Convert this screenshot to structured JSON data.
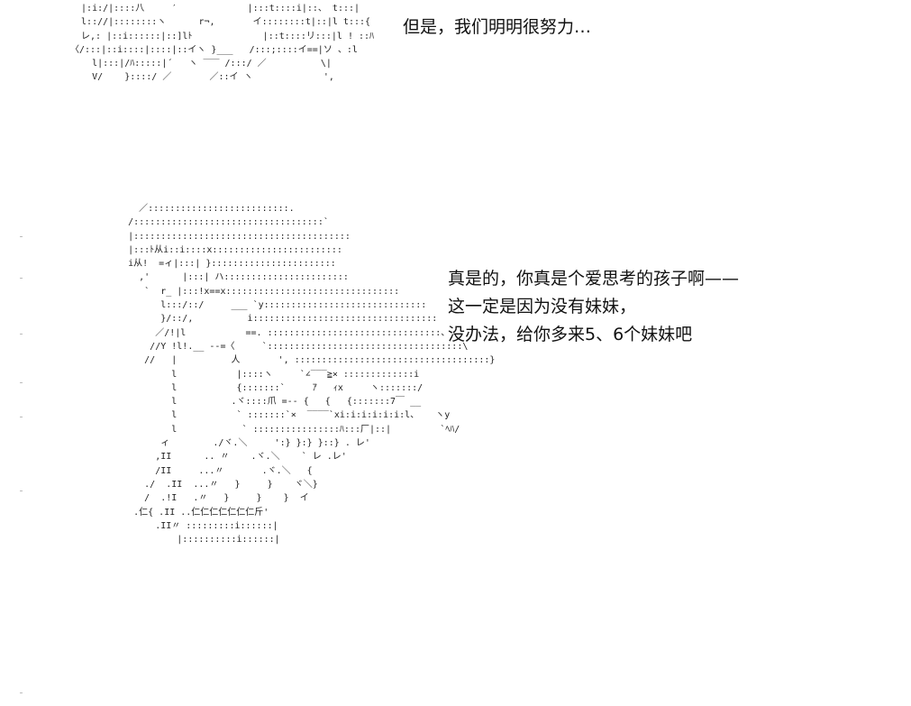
{
  "caption_top": "但是，我们明明很努力…",
  "dialogue": [
    "真是的，你真是个爱思考的孩子啊——",
    "这一定是因为没有妹妹，",
    "没办法，给你多来5、6个妹妹吧"
  ],
  "ascii_art_top": "  |:i:/|::::八     ′             |:::t::::i|::、 t:::|\n  l:://|::::::::ヽ      r¬,       イ::::::::t|::|l t:::{\n  レ,: |::i::::::|::]lﾄ             |::t::::リ:::|l ! ::ﾊ\n〈/:::|::i::::|::::|::イヽ }___   /:::;::::イ==|ソ 、:l\n    l|:::|/ﾊ:::::|´   ヽ ‾‾‾ /:::/ ／          \\|\n    V/    }::::/ ／       ／::イ ヽ             ',",
  "ascii_art_bottom": "       ／::::::::::::::::::::::::::.\n     /:::::::::::::::::::::::::::::::::::`\n     |::::::::::::::::::::::::::::::::::::::::\n     |:::ﾄ从i::i::::x::::::::::::::::::::::::\n     i从!  =ィ|:::| }:::::::::::::::::::::::\n       ,'      |:::| ハ:::::::::::::::::::::::\n        `  r_ |:::!x==x::::::::::::::::::::::::::::::::\n           l:::/::/     ___ `y::::::::::::::::::::::::::::::\n           }/::/,          i::::::::::::::::::::::::::::::::::\n          ／/!|l           ==. ::::::::::::::::::::::::::::::::、.\n         //Y !l!.__ --=〈     `::::::::::::::::::::::::::::::::::::\\\n        //   |          人       ', ::::::::::::::::::::::::::::::::::::}\n             l           |::::ヽ     `∠‾‾‾≧× :::::::::::::i\n             l           {:::::::`     ｱ   ｨx     ヽ:::::::/\n             l          .ヾ::::爪 =-- {   {   {:::::::7￣ __\n             l           ` :::::::`×  ‾‾‾‾`xi:i:i:i:i:i:l、   ヽy\n             l            ` ::::::::::::::::ﾊ:::厂|::|         `ﾍﾊ/\n           ィ        ./ヾ.＼     ':} }:} }::} . レ'\n          ,II      .. 〃    .ヾ.＼    ` レ .レ'\n          /II     ...〃       .ヾ.＼   {\n        ./  .II  ...〃   }     }    ヾ＼}\n        /  .!I   .〃   }     }    }  イ\n      .仁{ .II ..仁仁仁仁仁仁仁斤'\n          .II〃 :::::::::i::::::|\n              |::::::::::i::::::|"
}
